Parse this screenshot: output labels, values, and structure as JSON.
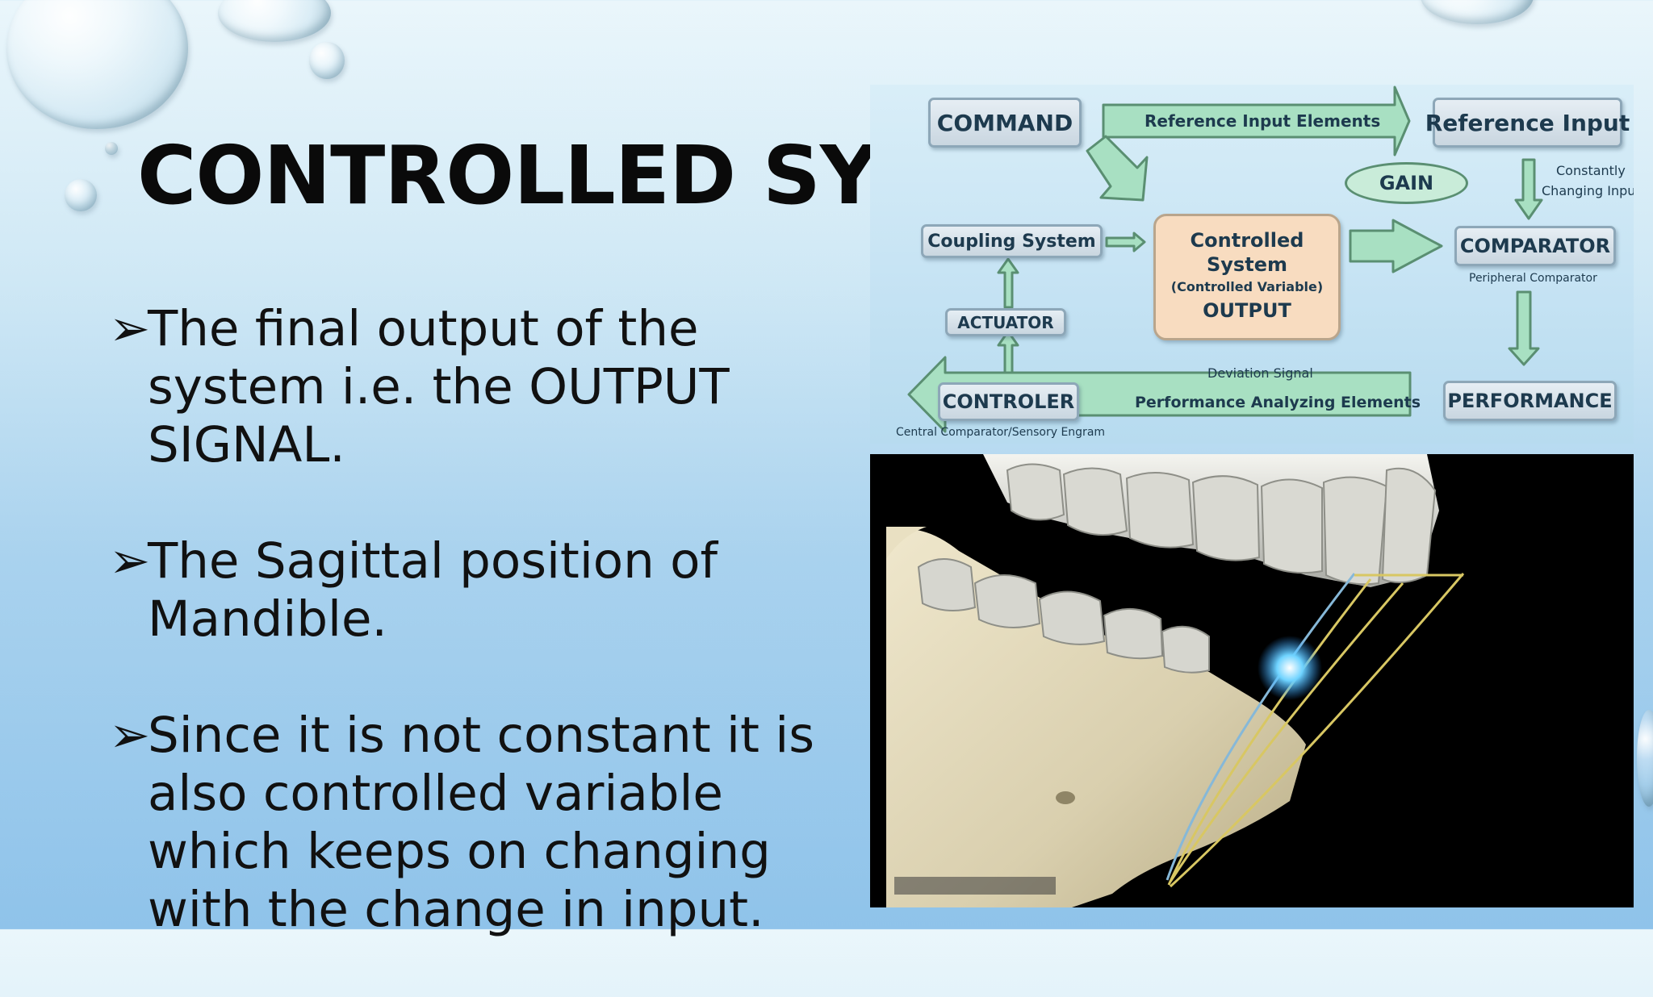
{
  "slide": {
    "title": "CONTROLLED SYSTE",
    "bullet_marker": "➢",
    "bullets": [
      "The final output of the system i.e. the OUTPUT SIGNAL.",
      "The Sagittal position of Mandible.",
      "Since it is not constant it is also controlled variable which keeps on changing with the change in input."
    ]
  },
  "diagram": {
    "command": "COMMAND",
    "reference_input_elements": "Reference Input Elements",
    "reference_input": "Reference Input",
    "constantly": "Constantly",
    "changing_input": "Changing Inpu",
    "gain": "GAIN",
    "coupling_system": "Coupling System",
    "controlled_line1": "Controlled",
    "controlled_line2": "System",
    "controlled_variable": "(Controlled Variable)",
    "output": "OUTPUT",
    "comparator": "COMPARATOR",
    "peripheral_comparator": "Peripheral Comparator",
    "actuator": "ACTUATOR",
    "deviation_signal": "Deviation Signal",
    "controler": "CONTROLER",
    "performance_analyzing_elements": "Performance Analyzing Elements",
    "performance": "PERFORMANCE",
    "central_comparator": "Central Comparator/Sensory Engram"
  },
  "colors": {
    "arrow_fill": "#a8e0c2",
    "arrow_stroke": "#5a8f72",
    "box_text": "#1d3a4e",
    "output_box": "#f8dcc0"
  },
  "video": {
    "description_icon": "jaw-bone-animation"
  }
}
